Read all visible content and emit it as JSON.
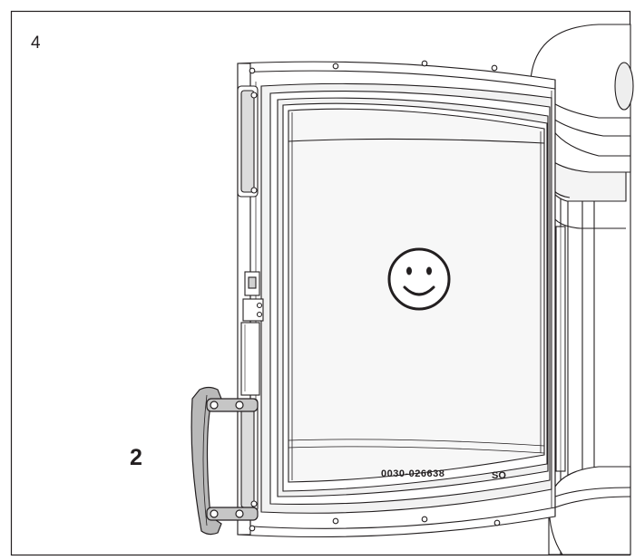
{
  "figure": {
    "step_number": "4",
    "callout_label": "2",
    "door_marking": "0030-026638",
    "door_marking_suffix": "SO"
  },
  "icons": {
    "smiley": "smiley-face-icon",
    "handle": "door-handle-icon"
  },
  "colors": {
    "line": "#231f20",
    "handle_fill": "#b9b9b9",
    "frame_fill": "#f2f2f2",
    "glass_fill": "#f7f7f7"
  }
}
